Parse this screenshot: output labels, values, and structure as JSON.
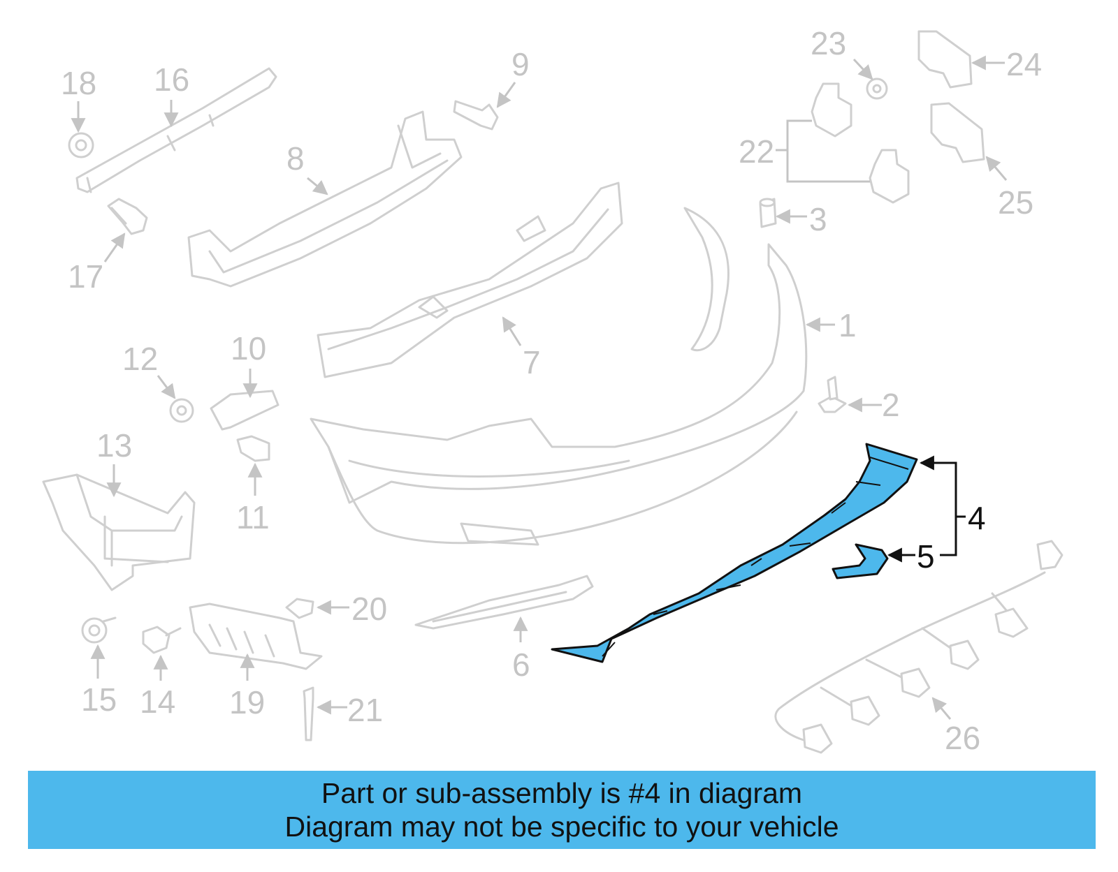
{
  "callouts": {
    "c1": "1",
    "c2": "2",
    "c3": "3",
    "c4": "4",
    "c5": "5",
    "c6": "6",
    "c7": "7",
    "c8": "8",
    "c9": "9",
    "c10": "10",
    "c11": "11",
    "c12": "12",
    "c13": "13",
    "c14": "14",
    "c15": "15",
    "c16": "16",
    "c17": "17",
    "c18": "18",
    "c19": "19",
    "c20": "20",
    "c21": "21",
    "c22": "22",
    "c23": "23",
    "c24": "24",
    "c25": "25",
    "c26": "26"
  },
  "highlight": {
    "part": "4",
    "color": "#4db8ec"
  },
  "banner": {
    "line1": "Part or sub-assembly is #4 in diagram",
    "line2": "Diagram may not be specific to your vehicle",
    "background": "#4db8ec"
  }
}
